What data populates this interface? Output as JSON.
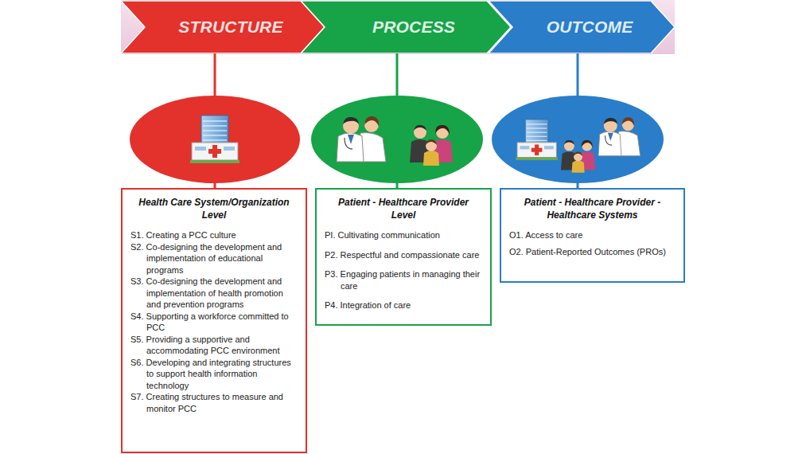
{
  "diagram": {
    "nodes": [
      {
        "text": [
          "STRUCTURE"
        ]
      },
      {
        "text": [
          "PROCESS"
        ]
      },
      {
        "text": [
          "OUTCOME"
        ]
      },
      {
        "text": [
          "Health Care System/Organization Level",
          "S1. Creating a PCC culture",
          "S2. Co-designing the development and implementation of educational programs",
          "S3. Co-designing the development and implementation of health promotion and prevention programs",
          "S4. Supporting a workforce committed to PCC",
          "S5. Providing a supportive and accommodating PCC environment",
          "S6. Developing and integrating structures to support health information technology",
          "S7. Creating structures to measure and monitor PCC"
        ]
      },
      {
        "text": [
          "Patient - Healthcare Provider Level",
          "PI. Cultivating communication",
          "P2. Respectful and compassionate care",
          "P3. Engaging patients in managing their care",
          "P4. Integration of care"
        ]
      },
      {
        "text": [
          "Patient - Healthcare Provider - Healthcare Systems",
          "O1. Access to care",
          "O2. Patient-Reported Outcomes (PROs)"
        ]
      }
    ],
    "edges": [
      {
        "from": 0,
        "to": 3,
        "arrow": "none"
      },
      {
        "from": 1,
        "to": 4,
        "arrow": "none"
      },
      {
        "from": 2,
        "to": 5,
        "arrow": "none"
      }
    ]
  }
}
